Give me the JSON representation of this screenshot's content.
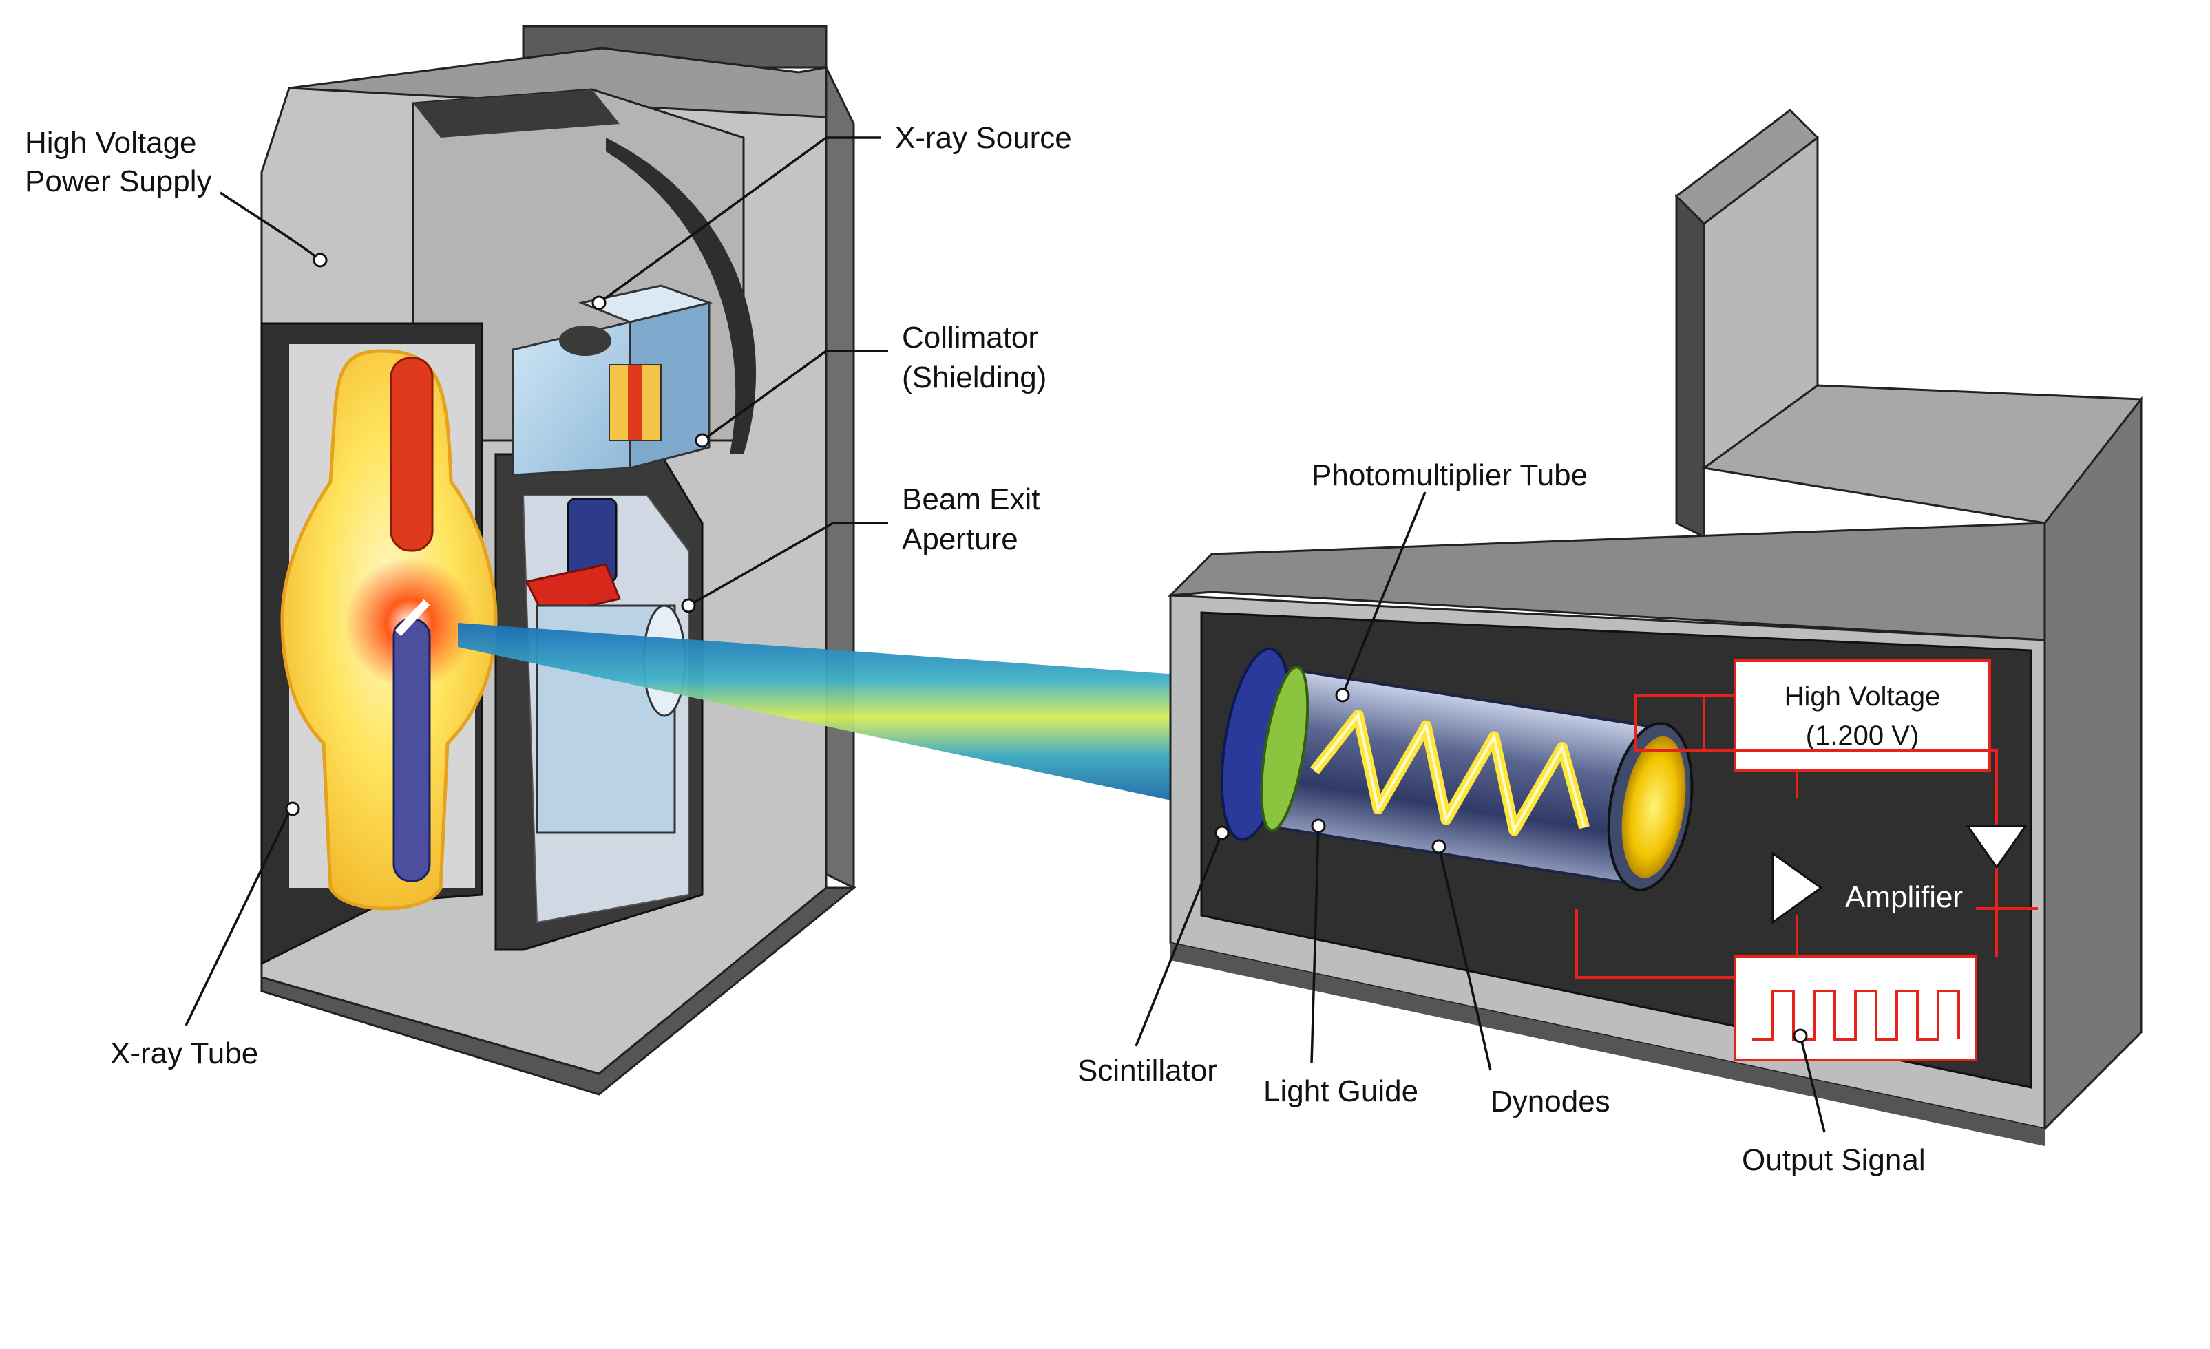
{
  "labels": {
    "hv_supply_line1": "High Voltage",
    "hv_supply_line2": "Power Supply",
    "xray_source": "X-ray Source",
    "collimator_line1": "Collimator",
    "collimator_line2": "(Shielding)",
    "beam_exit_line1": "Beam Exit",
    "beam_exit_line2": "Aperture",
    "xray_tube": "X-ray Tube",
    "pmt": "Photomultiplier Tube",
    "scintillator": "Scintillator",
    "light_guide": "Light Guide",
    "dynodes": "Dynodes",
    "output_signal": "Output Signal",
    "amplifier": "Amplifier",
    "hv_box_line1": "High Voltage",
    "hv_box_line2": "(1.200 V)"
  },
  "colors": {
    "housing_light": "#c9c9c9",
    "housing_mid": "#8f8f8f",
    "housing_dark": "#3a3a3a",
    "interior": "#2f2f2f",
    "tube_glow": "#ffe45c",
    "anode_red": "#e03a1c",
    "cathode_blue": "#4b4f9e",
    "collimator_blue": "#a9cde6",
    "beam_green": "#9ccf3a",
    "beam_blue": "#1e86c8",
    "circuit_red": "#e8221a",
    "pmt_window": "#f2c400"
  }
}
